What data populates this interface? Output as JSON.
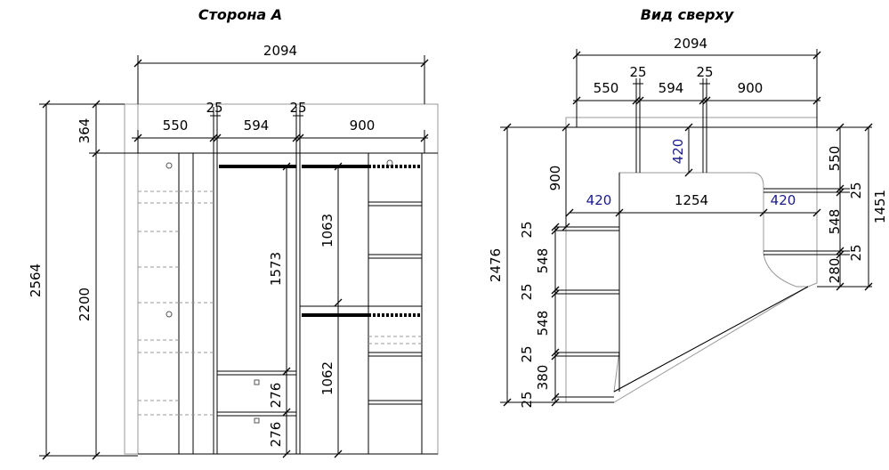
{
  "titles": {
    "side_a": "Сторона А",
    "top_view": "Вид сверху"
  },
  "side_a": {
    "total_width": "2094",
    "section_1": "550",
    "gap_1": "25",
    "section_2": "594",
    "gap_2": "25",
    "section_3": "900",
    "total_height": "2564",
    "mezzanine": "364",
    "body_height": "2200",
    "hanging_long": "1573",
    "hanging_upper": "1063",
    "hanging_lower": "1062",
    "drawer_1": "276",
    "drawer_2": "276"
  },
  "top_view": {
    "total_width": "2094",
    "seg_1": "550",
    "gap_1": "25",
    "seg_2": "594",
    "gap_2": "25",
    "seg_3": "900",
    "depth_left": "900",
    "depth_top": "420",
    "inner_left": "420",
    "inner_mid": "1254",
    "inner_right": "420",
    "total_depth": "2476",
    "left_stack": [
      "25",
      "548",
      "25",
      "548",
      "25",
      "380",
      "25"
    ],
    "right_550": "550",
    "right_25a": "25",
    "right_548": "548",
    "right_25b": "25",
    "right_280": "280",
    "right_total": "1451"
  }
}
